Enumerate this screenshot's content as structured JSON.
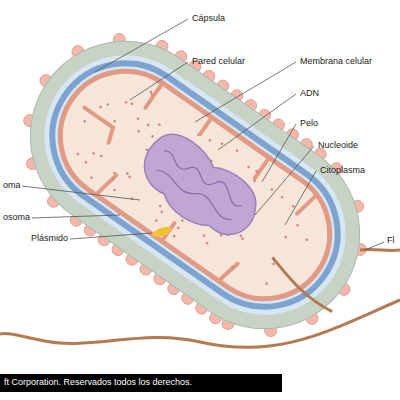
{
  "diagram": {
    "labels": [
      "Cápsula",
      "Pared celular",
      "Membrana celular",
      "ADN",
      "Pelo",
      "Nucleoide",
      "Citoplasma",
      "oma",
      "osoma",
      "Plásmido",
      "Fl",
      "ft Corporation. Reservados todos los derechos."
    ]
  }
}
